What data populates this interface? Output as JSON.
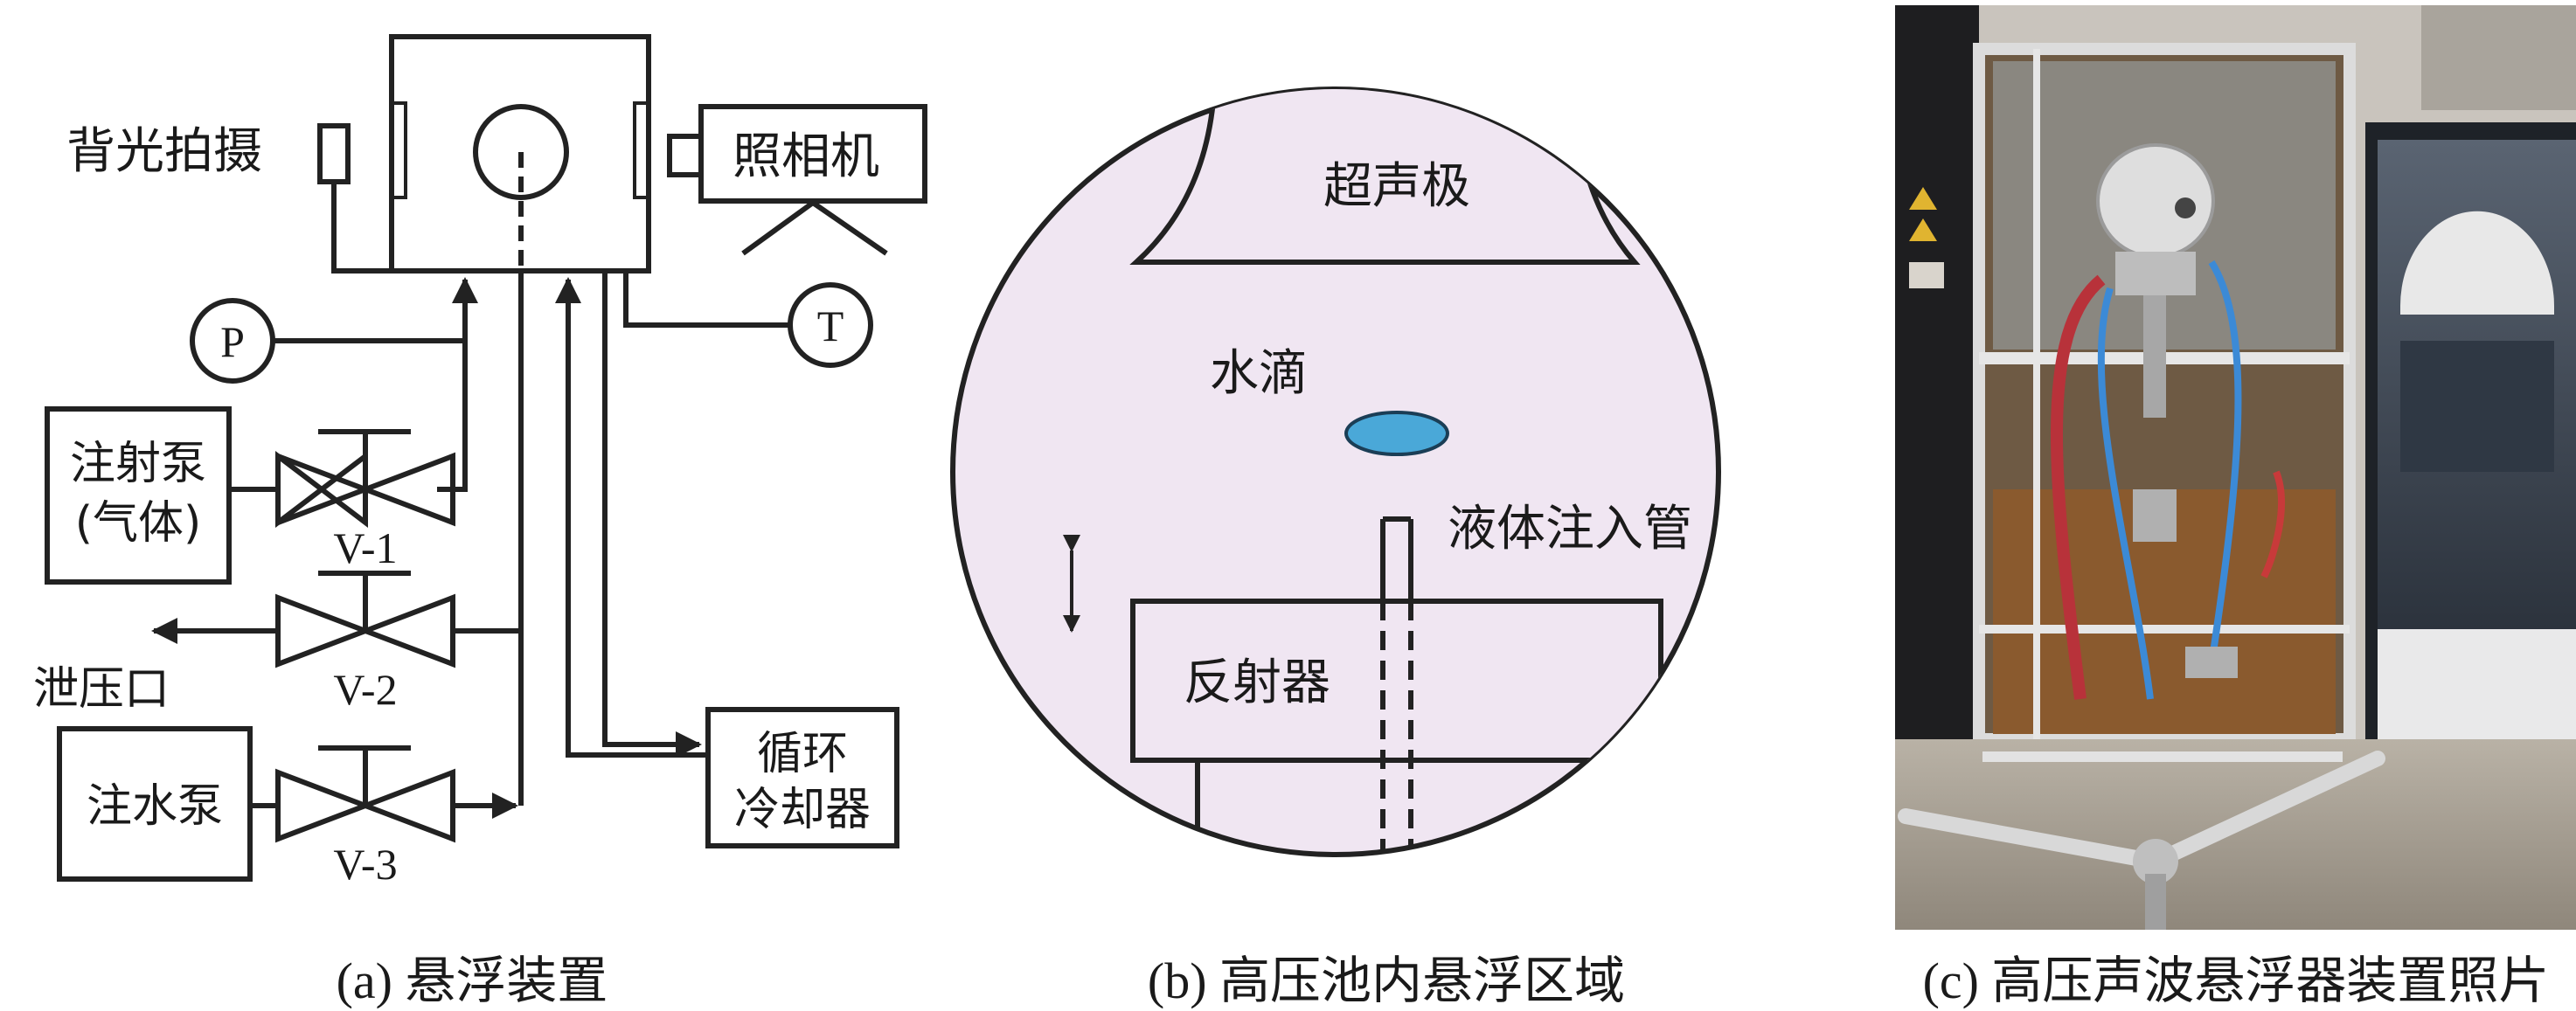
{
  "panel_a": {
    "caption": "(a) 悬浮装置",
    "labels": {
      "backlight": "背光拍摄",
      "camera": "照相机",
      "pressure": "P",
      "temperature": "T",
      "injection_pump_line1": "注射泵",
      "injection_pump_line2": "(气体)",
      "valve1": "V-1",
      "valve2": "V-2",
      "valve3": "V-3",
      "relief_port": "泄压口",
      "water_pump": "注水泵",
      "chiller_line1": "循环",
      "chiller_line2": "冷却器"
    }
  },
  "panel_b": {
    "caption": "(b) 高压池内悬浮区域",
    "labels": {
      "transducer": "超声极",
      "droplet": "水滴",
      "injection_tube": "液体注入管",
      "reflector": "反射器"
    },
    "colors": {
      "chamber_fill": "#f0e6f2",
      "droplet_fill": "#4aa8d8"
    }
  },
  "panel_c": {
    "caption": "(c) 高压声波悬浮器装置照片"
  }
}
